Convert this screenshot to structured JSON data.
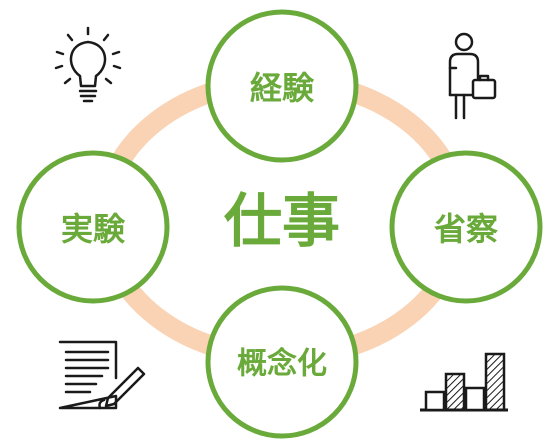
{
  "center": {
    "label": "仕事"
  },
  "nodes": [
    {
      "id": "top",
      "label": "経験"
    },
    {
      "id": "right",
      "label": "省察"
    },
    {
      "id": "bottom",
      "label": "概念化"
    },
    {
      "id": "left",
      "label": "実験"
    }
  ],
  "colors": {
    "accent_green": "#6aaa3a",
    "ring_peach": "#f9d3b4",
    "icon_dark": "#1a1a1a"
  },
  "icons": [
    "lightbulb-icon",
    "businessperson-icon",
    "document-pen-icon",
    "bar-chart-icon"
  ]
}
